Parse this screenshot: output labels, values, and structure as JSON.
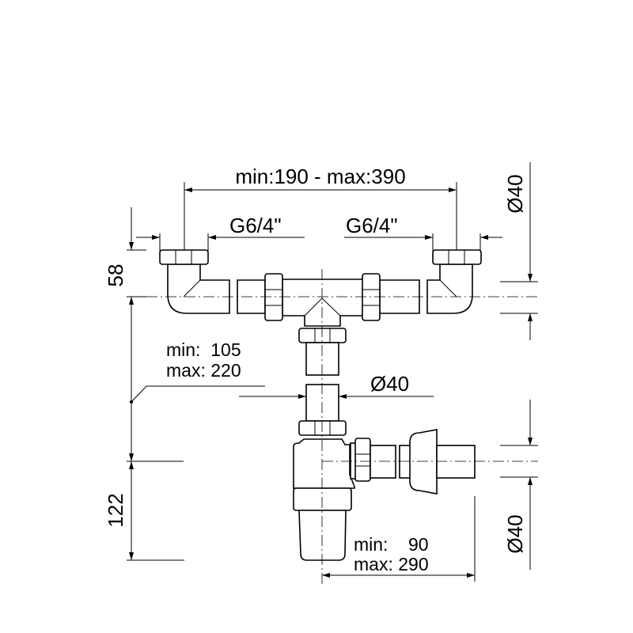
{
  "dimensions": {
    "top_width": "min:190 - max:390",
    "thread_left": "G6/4\"",
    "thread_right": "G6/4\"",
    "height_upper": "58",
    "height_lower": "122",
    "tube_length_min": "min:  105",
    "tube_length_max": "max: 220",
    "tube_diameter": "Ø40",
    "outlet_diameter_top": "Ø40",
    "outlet_diameter_bottom": "Ø40",
    "outlet_length_min": "min:    90",
    "outlet_length_max": "max: 290"
  }
}
